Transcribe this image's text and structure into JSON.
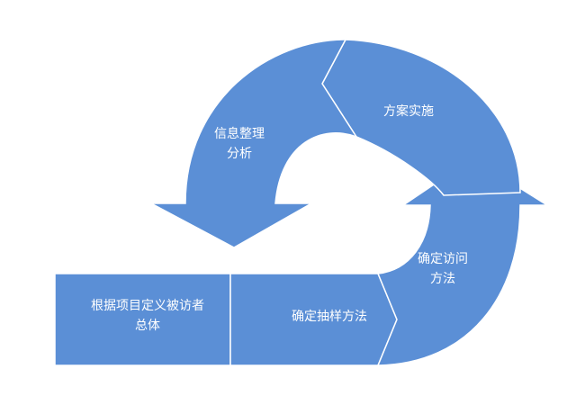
{
  "steps": [
    {
      "id": "s1",
      "lines": [
        "根据项目定义被访者",
        "总体"
      ]
    },
    {
      "id": "s2",
      "lines": [
        "确定抽样方法"
      ]
    },
    {
      "id": "s3",
      "lines": [
        "确定访问",
        "方法"
      ]
    },
    {
      "id": "s4",
      "lines": [
        "方案实施"
      ]
    },
    {
      "id": "s5",
      "lines": [
        "信息整理",
        "分析"
      ]
    }
  ],
  "colors": {
    "fill": "#5b8fd6",
    "stroke": "#ffffff",
    "text": "#ffffff"
  }
}
